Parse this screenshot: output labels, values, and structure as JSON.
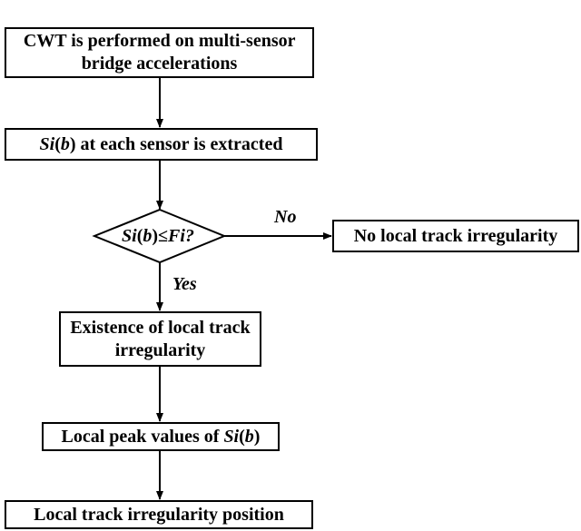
{
  "nodes": {
    "box1": {
      "line1": "CWT is performed on multi-sensor",
      "line2": "bridge accelerations"
    },
    "box2": {
      "si": "Si",
      "b_open": "(",
      "b": "b",
      "rest": ") at each sensor is extracted"
    },
    "decision": {
      "si": "Si",
      "b_open": "(",
      "b": "b",
      "le": ")≤",
      "fi": "Fi",
      "q": " ?"
    },
    "box3": {
      "text": "No local track irregularity"
    },
    "box4": {
      "line1": "Existence of local",
      "line2": "track irregularity"
    },
    "box5": {
      "pre": "Local peak values of ",
      "si": "Si",
      "b_open": "(",
      "b": "b",
      "b_close": ")"
    },
    "box6": {
      "text": "Local track irregularity position"
    }
  },
  "edges": {
    "no_label": "No",
    "yes_label": "Yes"
  },
  "colors": {
    "stroke": "#000000",
    "fill": "#ffffff",
    "text": "#000000"
  }
}
